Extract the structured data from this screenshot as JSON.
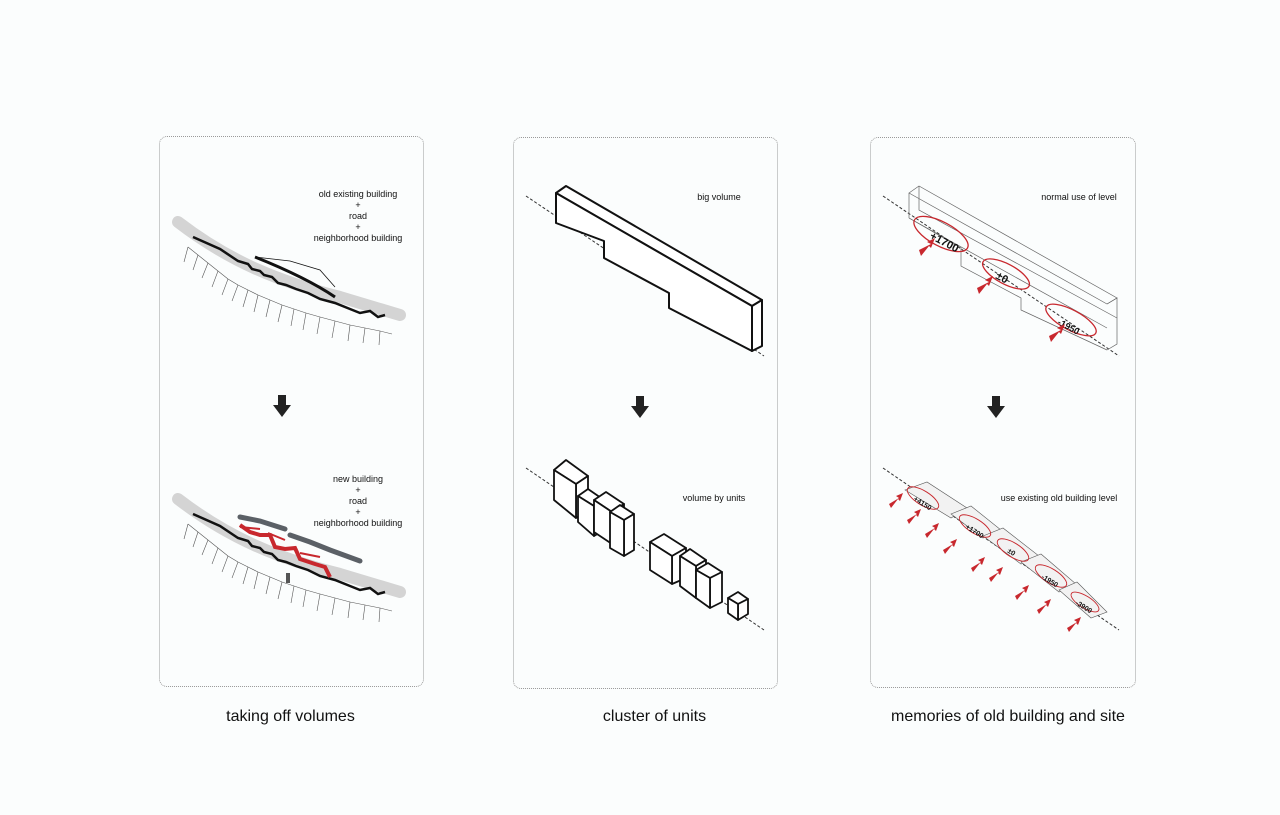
{
  "panels": [
    {
      "id": "taking-off-volumes",
      "top_note": [
        "old existing building",
        "+",
        "road",
        "+",
        "neighborhood building"
      ],
      "bottom_note": [
        "new building",
        "+",
        "road",
        "+",
        "neighborhood building"
      ],
      "caption": "taking off volumes"
    },
    {
      "id": "cluster-of-units",
      "top_note": [
        "big volume"
      ],
      "bottom_note": [
        "volume by units"
      ],
      "caption": "cluster of units"
    },
    {
      "id": "memories",
      "top_note": [
        "normal use of level"
      ],
      "bottom_note": [
        "use existing old building level"
      ],
      "caption": "memories of old building and site",
      "levels_top": [
        "+1700",
        "±0",
        "-1950"
      ],
      "levels_bottom": [
        "+4150",
        "+1700",
        "±0",
        "-1950",
        "-3900"
      ]
    }
  ],
  "colors": {
    "accent_red": "#c8282e",
    "road_grey": "#d4d4d4",
    "roof_grey": "#5b6066",
    "ink": "#111111"
  },
  "icons": [
    "down-arrow-icon",
    "entry-arrow-icon"
  ]
}
